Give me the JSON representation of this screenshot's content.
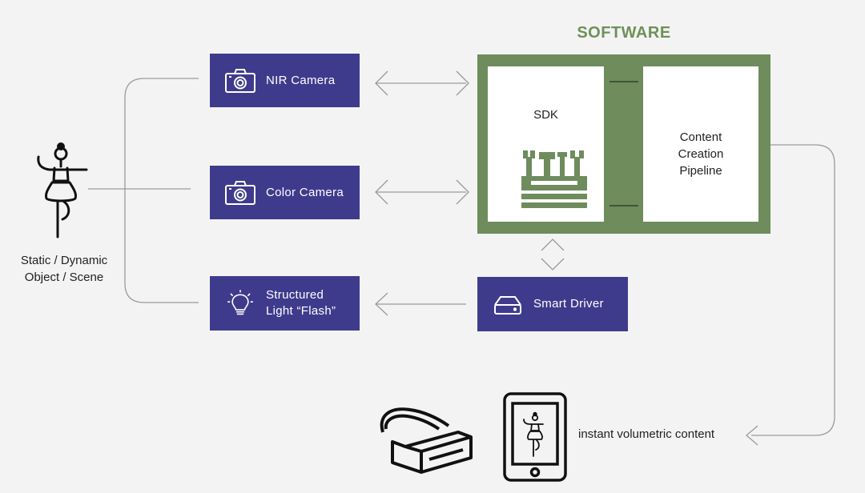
{
  "software": {
    "title": "SOFTWARE",
    "sdk_label": "SDK",
    "pipeline_label": "Content\nCreation\nPipeline"
  },
  "inputs": {
    "nir_camera": "NIR Camera",
    "color_camera": "Color Camera",
    "structured_light": "Structured\nLight “Flash”"
  },
  "driver": {
    "label": "Smart Driver"
  },
  "object": {
    "label": "Static / Dynamic\nObject / Scene"
  },
  "output": {
    "label": "instant volumetric content"
  },
  "icons": [
    "camera-icon",
    "lightbulb-icon",
    "drive-icon",
    "toolbox-icon",
    "dancer-icon",
    "vr-headset-icon",
    "tablet-icon"
  ],
  "colors": {
    "box_purple": "#3f3b8c",
    "software_green": "#6e8c5c",
    "title_green": "#6e9158",
    "connector_gray": "#9b9b9b",
    "background": "#f3f3f3"
  }
}
